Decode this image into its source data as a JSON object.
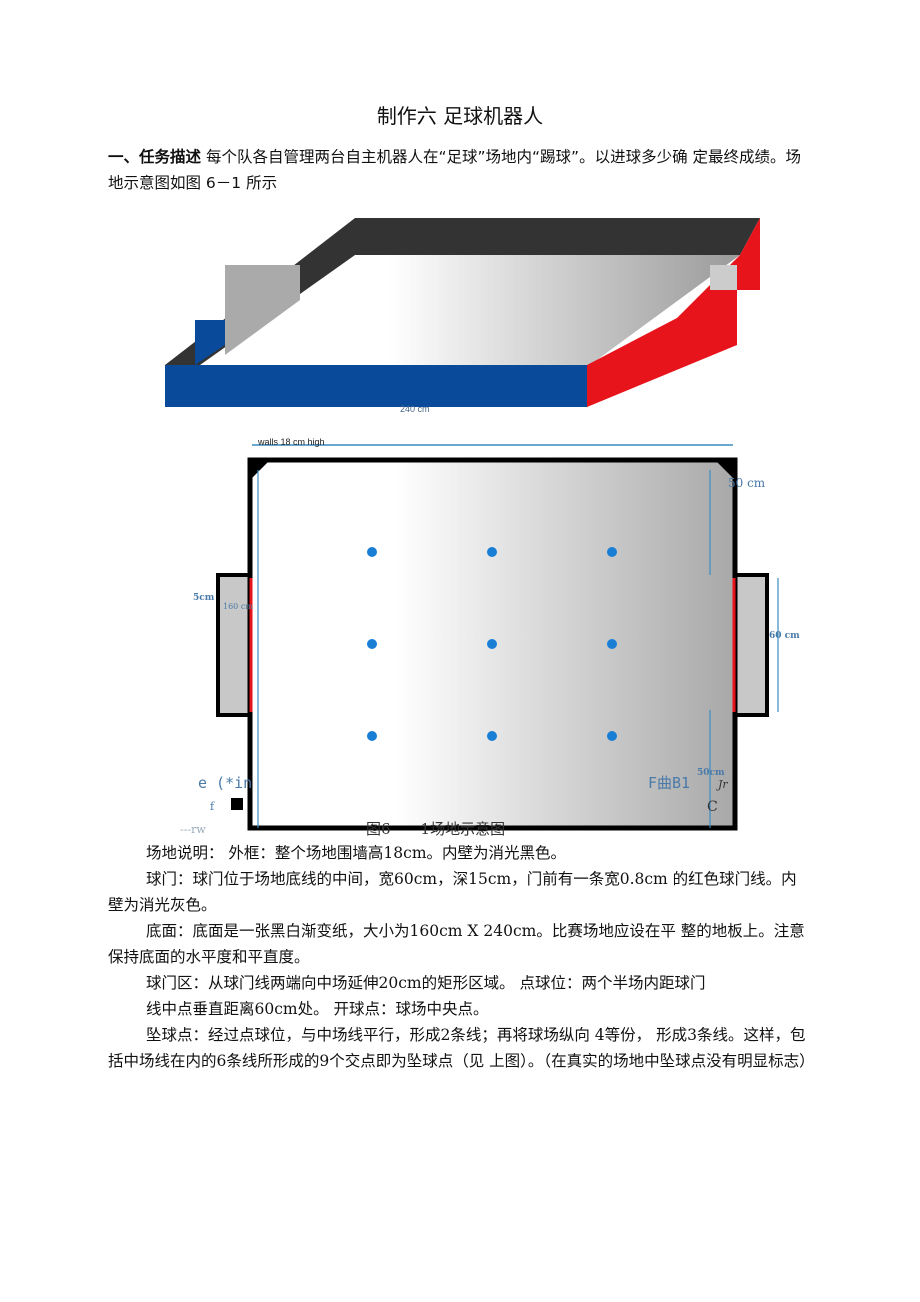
{
  "title": "制作六 足球机器人",
  "intro": {
    "heading": "一、任务描述",
    "text": " 每个队各自管理两台自主机器人在“足球”场地内“踢球”。以进球多少确 定最终成绩。场地示意图如图 6－1 所示"
  },
  "figure": {
    "label_240": "240 cm",
    "walls_label": "walls 18 cm high",
    "label_5cm": "5cm",
    "label_160": "160 cm",
    "label_50_top": "50 cm",
    "label_60": "60 cm",
    "label_50_bottom": "50cm",
    "artifact_left": "e (*in",
    "artifact_f": "f",
    "artifact_rw": "---rw",
    "artifact_right": "F曲B1",
    "artifact_jr": "Jr",
    "artifact_c": "C",
    "dot_color": "#1a7fd4",
    "red_wall": "#e8141c",
    "blue_wall": "#0a4a9a",
    "caption": "图6　　1场地示意图"
  },
  "paragraphs": [
    "场地说明：  外框：整个场地围墙高18cm。内壁为消光黑色。",
    "球门：球门位于场地底线的中间，宽60cm，深15cm，门前有一条宽0.8cm 的红色球门线。内壁为消光灰色。",
    "底面：底面是一张黑白渐变纸，大小为160cm X 240cm。比赛场地应设在平 整的地板上。注意保持底面的水平度和平直度。",
    "球门区：从球门线两端向中场延伸20cm的矩形区域。 点球位：两个半场内距球门",
    "线中点垂直距离60cm处。 开球点：球场中央点。",
    "坠球点：经过点球位，与中场线平行，形成2条线；再将球场纵向 4等份， 形成3条线。这样，包括中场线在内的6条线所形成的9个交点即为坠球点（见 上图）。（在真实的场地中坠球点没有明显标志）"
  ]
}
